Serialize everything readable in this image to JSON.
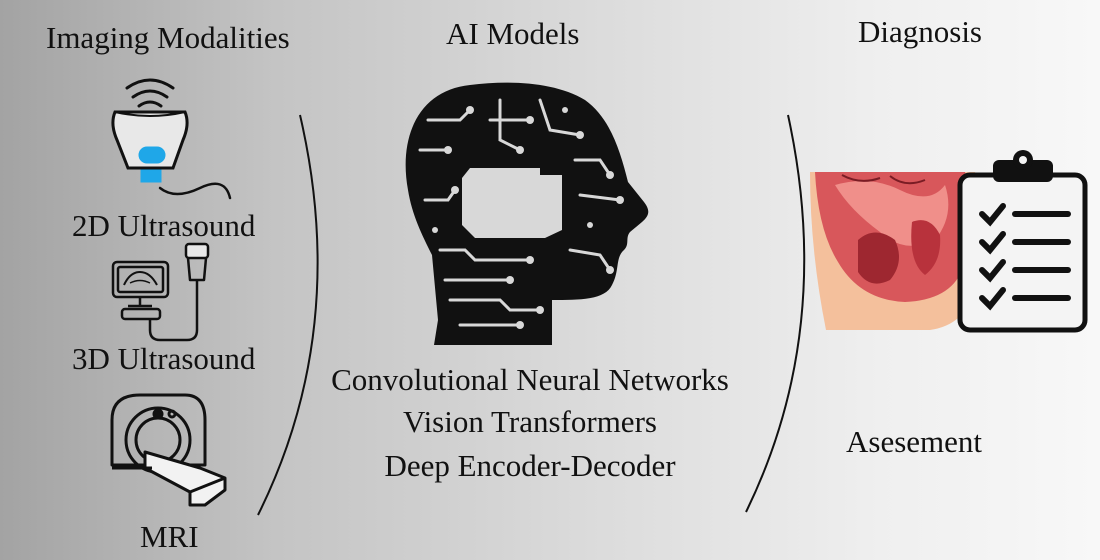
{
  "headers": {
    "imaging": "Imaging Modalities",
    "ai": "AI Models",
    "diagnosis": "Diagnosis"
  },
  "modalities": [
    "2D Ultrasound",
    "3D Ultrasound",
    "MRI"
  ],
  "architectures": [
    "Convolutional Neural Networks",
    "Vision Transformers",
    "Deep Encoder-Decoder"
  ],
  "assessment_label": "Asesement",
  "icons": {
    "probe": "ultrasound-probe-icon",
    "machine": "ultrasound-machine-icon",
    "mri": "mri-scanner-icon",
    "head": "circuit-head-icon",
    "anatomy": "pelvic-anatomy-icon",
    "clipboard": "checklist-clipboard-icon"
  },
  "colors": {
    "probe_accent": "#1fa7e8",
    "anatomy_skin": "#f4c09c",
    "anatomy_tissue": "#d8575b",
    "anatomy_dark": "#9e2730"
  }
}
